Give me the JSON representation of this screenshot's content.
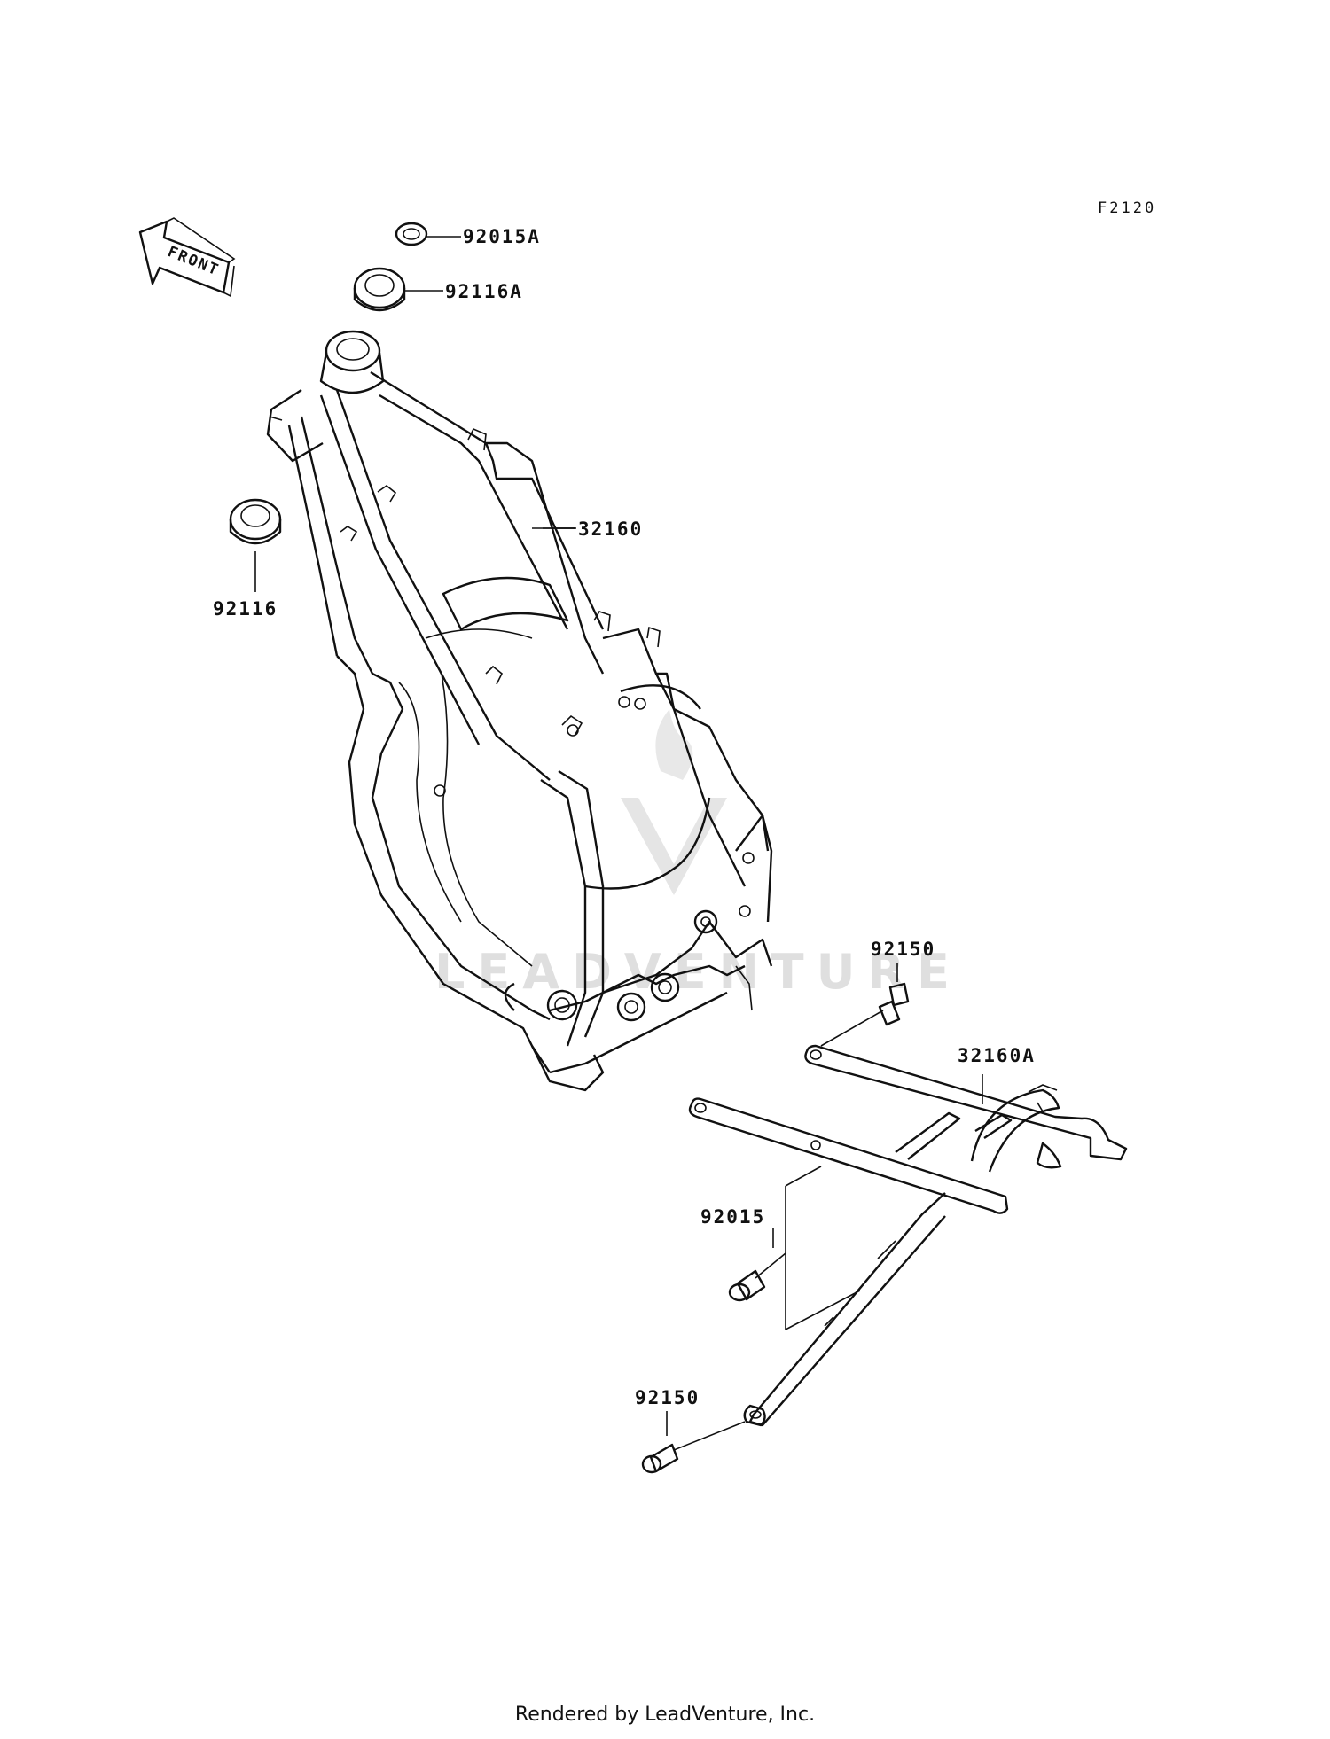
{
  "diagram_code": "F2120",
  "front_arrow": "FRONT",
  "watermark": "LEADVENTURE",
  "credit": "Rendered by LeadVenture, Inc.",
  "callouts": {
    "nut_top": "92015A",
    "seal_top": "92116A",
    "seal_left": "92116",
    "frame": "32160",
    "bolt_upper": "92150",
    "subframe": "32160A",
    "collar": "92015",
    "bolt_lower": "92150"
  }
}
